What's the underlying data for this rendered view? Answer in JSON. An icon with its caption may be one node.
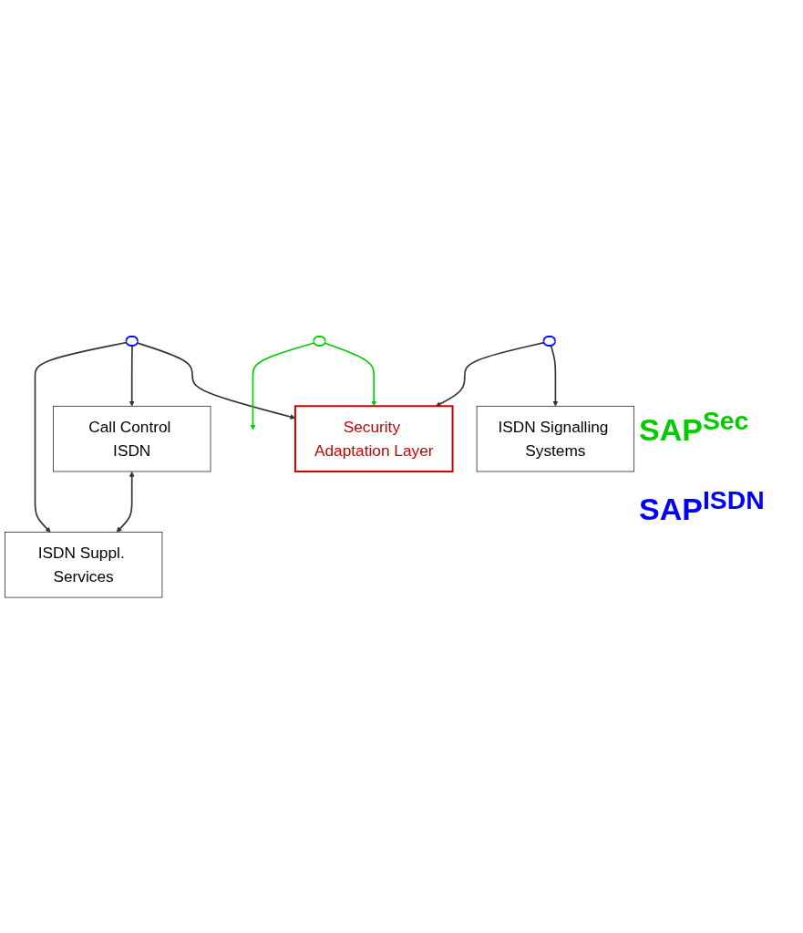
{
  "diagram": {
    "nodes": [
      {
        "text": [
          "Call Control ISDN"
        ]
      },
      {
        "text": [
          "ISDN Suppl. Services"
        ]
      },
      {
        "text": [],
        "shape": "ellipse"
      },
      {
        "text": [],
        "shape": "ellipse"
      },
      {
        "text": [
          "Security Adaptation Layer"
        ]
      },
      {
        "text": [],
        "shape": "ellipse"
      },
      {
        "text": [
          "ISDN Signalling Systems"
        ]
      }
    ],
    "edges": [
      {
        "from": 0,
        "to": 1,
        "arrow": "both"
      },
      {
        "from": 2,
        "to": 1,
        "arrow": "to"
      },
      {
        "from": 2,
        "to": 0,
        "arrow": "to"
      },
      {
        "from": 2,
        "to": 4,
        "arrow": "to"
      },
      {
        "from": 3,
        "to": null,
        "arrow": "to",
        "color": "#00cc00"
      },
      {
        "from": 3,
        "to": 4,
        "arrow": "to",
        "color": "#00cc00"
      },
      {
        "from": 5,
        "to": 4,
        "arrow": "to"
      },
      {
        "from": 5,
        "to": 6,
        "arrow": "to"
      }
    ],
    "labels": [
      "SAP$^{Sec}$",
      "SAP$^{ISDN}$"
    ]
  }
}
